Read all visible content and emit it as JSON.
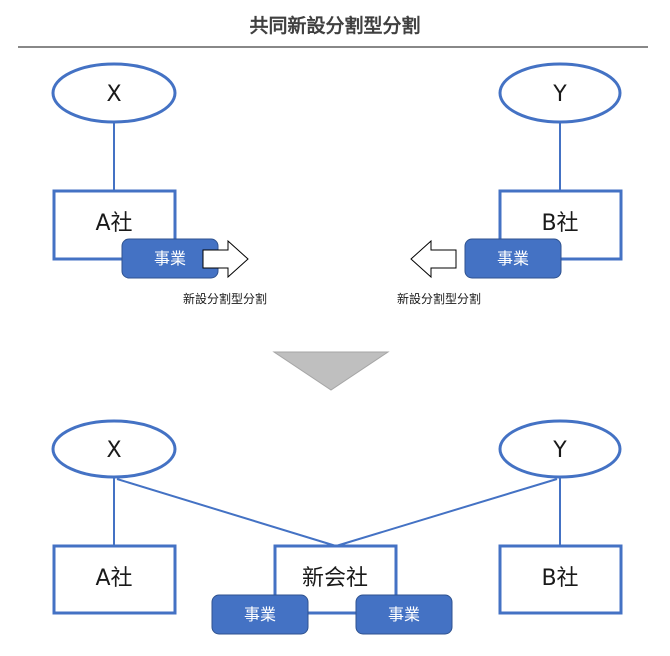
{
  "title": "共同新設分割型分割",
  "colors": {
    "accent": "#4472C4",
    "business_fill": "#4472C4",
    "business_stroke": "#2F528F",
    "transition_arrow": "#BFBFBF",
    "title_text": "#404040"
  },
  "before": {
    "shareholders": [
      {
        "id": "x",
        "label": "X"
      },
      {
        "id": "y",
        "label": "Y"
      }
    ],
    "companies": [
      {
        "id": "a",
        "label": "A社"
      },
      {
        "id": "b",
        "label": "B社"
      }
    ],
    "businesses": [
      {
        "owner": "a",
        "label": "事業"
      },
      {
        "owner": "b",
        "label": "事業"
      }
    ],
    "split_arrows": [
      {
        "from": "a",
        "direction": "right",
        "caption": "新設分割型分割"
      },
      {
        "from": "b",
        "direction": "left",
        "caption": "新設分割型分割"
      }
    ]
  },
  "after": {
    "shareholders": [
      {
        "id": "x",
        "label": "X"
      },
      {
        "id": "y",
        "label": "Y"
      }
    ],
    "companies": [
      {
        "id": "a",
        "label": "A社"
      },
      {
        "id": "new",
        "label": "新会社"
      },
      {
        "id": "b",
        "label": "B社"
      }
    ],
    "businesses": [
      {
        "owner": "new",
        "label": "事業"
      },
      {
        "owner": "new",
        "label": "事業"
      }
    ],
    "edges": [
      {
        "from": "x",
        "to": "a"
      },
      {
        "from": "x",
        "to": "new"
      },
      {
        "from": "y",
        "to": "new"
      },
      {
        "from": "y",
        "to": "b"
      }
    ]
  }
}
